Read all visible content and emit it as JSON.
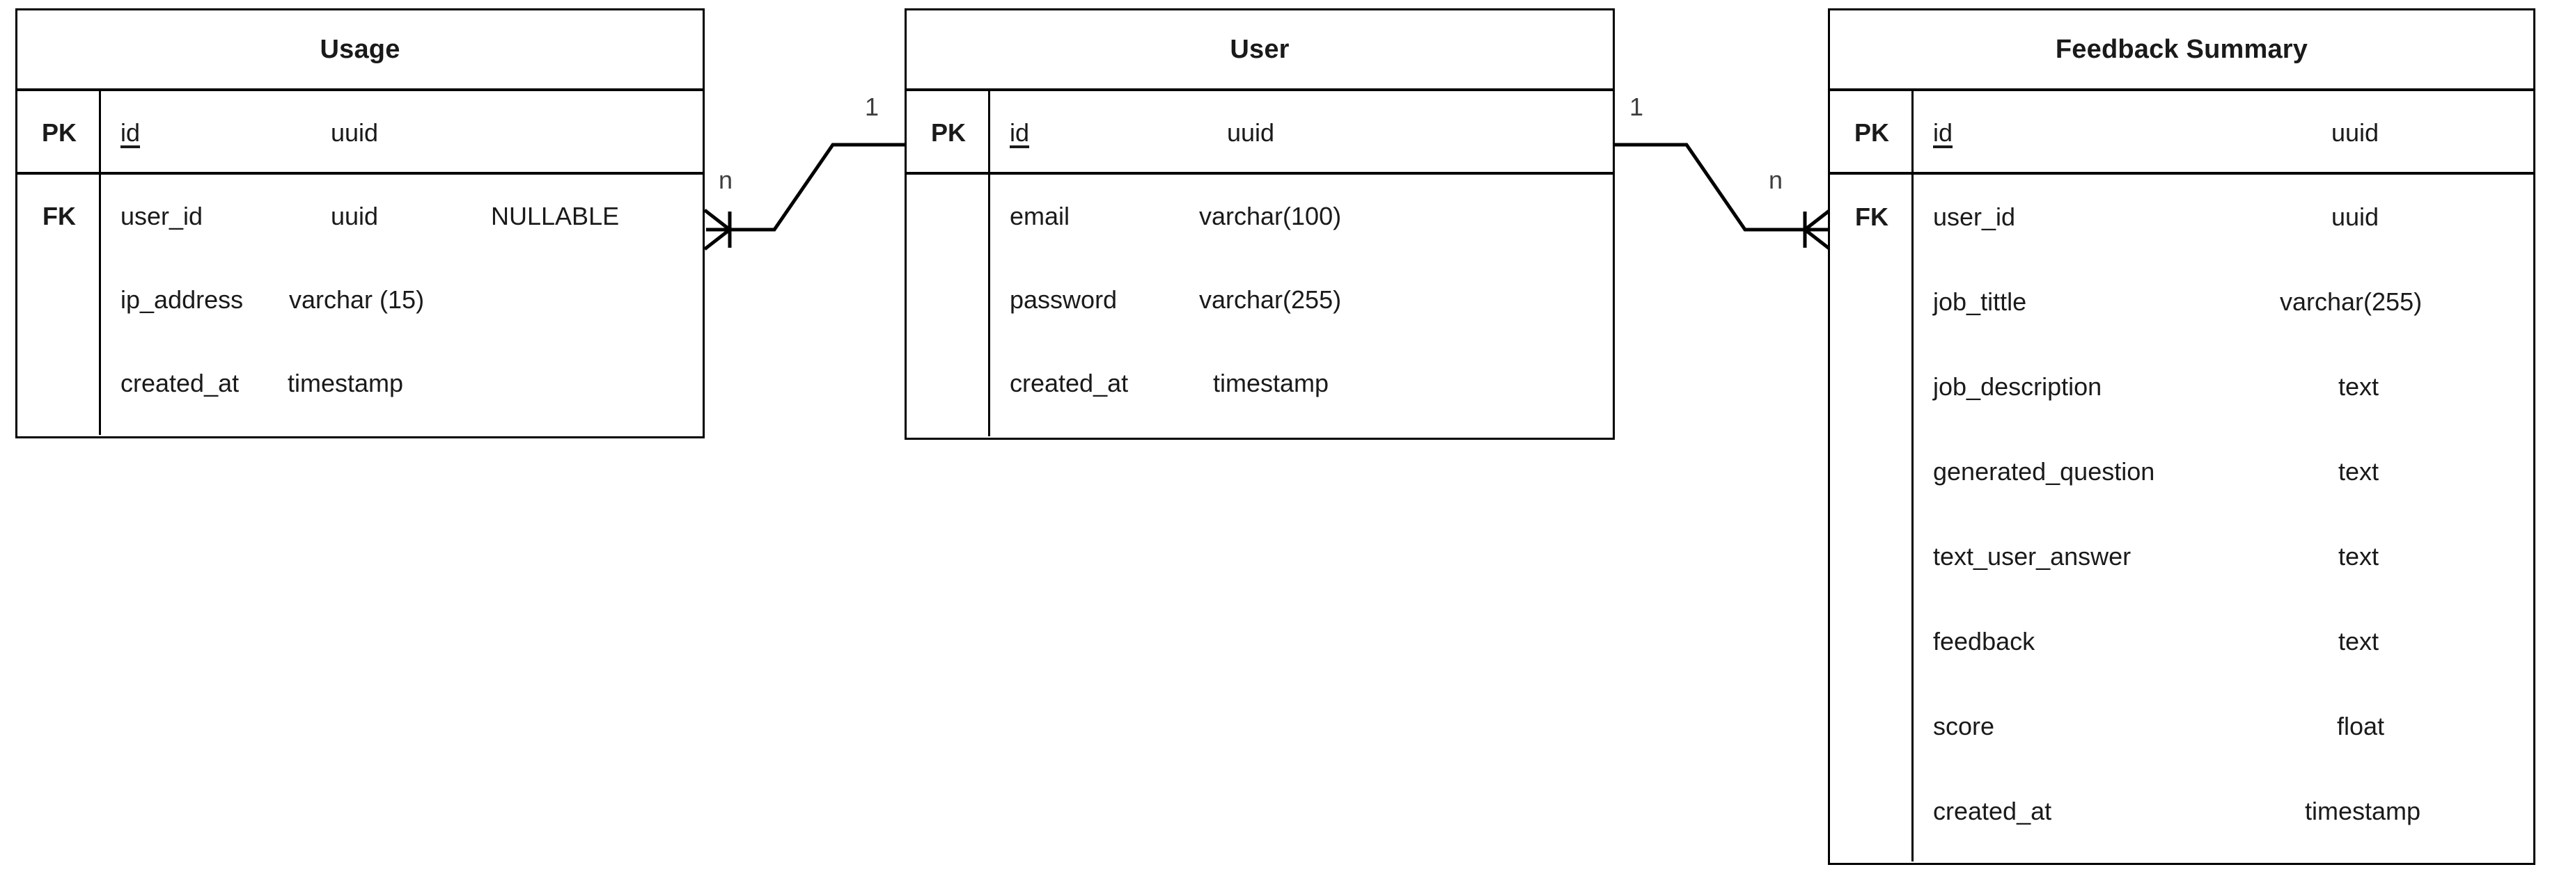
{
  "diagram": {
    "type": "entity-relationship-diagram",
    "background_color": "#ffffff",
    "line_color": "#000000",
    "text_color": "#1a1a1a"
  },
  "entities": [
    {
      "id": "usage",
      "title": "Usage",
      "primary_key": {
        "key": "PK",
        "name": "id",
        "type": "uuid",
        "flag": ""
      },
      "attributes": [
        {
          "key": "FK",
          "name": "user_id",
          "type": "uuid",
          "flag": "NULLABLE"
        },
        {
          "key": "",
          "name": "ip_address",
          "type": "varchar (15)",
          "flag": ""
        },
        {
          "key": "",
          "name": "created_at",
          "type": "timestamp",
          "flag": ""
        }
      ]
    },
    {
      "id": "user",
      "title": "User",
      "primary_key": {
        "key": "PK",
        "name": "id",
        "type": "uuid",
        "flag": ""
      },
      "attributes": [
        {
          "key": "",
          "name": "email",
          "type": "varchar(100)",
          "flag": ""
        },
        {
          "key": "",
          "name": "password",
          "type": "varchar(255)",
          "flag": ""
        },
        {
          "key": "",
          "name": "created_at",
          "type": "timestamp",
          "flag": ""
        }
      ]
    },
    {
      "id": "feedback_summary",
      "title": "Feedback Summary",
      "primary_key": {
        "key": "PK",
        "name": "id",
        "type": "uuid",
        "flag": ""
      },
      "attributes": [
        {
          "key": "FK",
          "name": "user_id",
          "type": "uuid",
          "flag": ""
        },
        {
          "key": "",
          "name": "job_tittle",
          "type": "varchar(255)",
          "flag": ""
        },
        {
          "key": "",
          "name": "job_description",
          "type": "text",
          "flag": ""
        },
        {
          "key": "",
          "name": "generated_question",
          "type": "text",
          "flag": ""
        },
        {
          "key": "",
          "name": "text_user_answer",
          "type": "text",
          "flag": ""
        },
        {
          "key": "",
          "name": "feedback",
          "type": "text",
          "flag": ""
        },
        {
          "key": "",
          "name": "score",
          "type": "float",
          "flag": ""
        },
        {
          "key": "",
          "name": "created_at",
          "type": "timestamp",
          "flag": ""
        }
      ]
    }
  ],
  "relationships": [
    {
      "id": "usage-user",
      "from_entity": "Usage",
      "from_cardinality": "n",
      "to_entity": "User",
      "to_cardinality": "1"
    },
    {
      "id": "user-feedback-summary",
      "from_entity": "User",
      "from_cardinality": "1",
      "to_entity": "Feedback Summary",
      "to_cardinality": "n"
    }
  ]
}
